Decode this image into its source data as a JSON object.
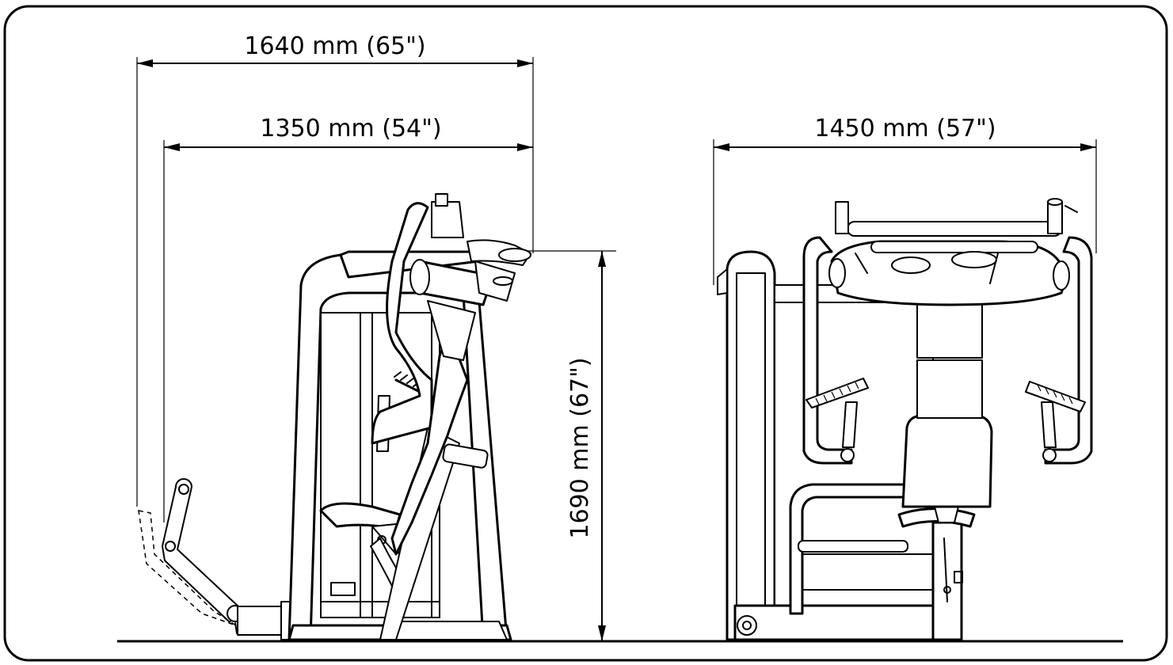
{
  "dimensions": {
    "side_total_length": "1640 mm (65\")",
    "side_base_length": "1350 mm (54\")",
    "front_width": "1450 mm (57\")",
    "height": "1690 mm (67\")"
  },
  "colors": {
    "line": "#000000",
    "background": "#ffffff"
  }
}
